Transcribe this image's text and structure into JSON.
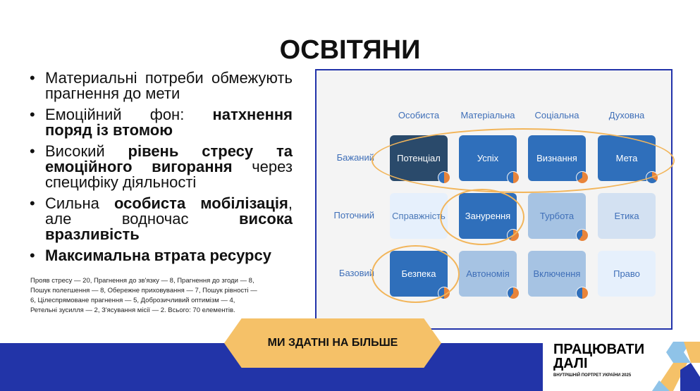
{
  "title": "ОСВІТЯНИ",
  "bullets": [
    {
      "parts": [
        {
          "t": "Материальні потреби обмежують прагнення до мети",
          "b": false
        }
      ]
    },
    {
      "parts": [
        {
          "t": "Емоційний фон: ",
          "b": false
        },
        {
          "t": "натхнення поряд із втомою",
          "b": true
        }
      ]
    },
    {
      "parts": [
        {
          "t": "Високий ",
          "b": false
        },
        {
          "t": "рівень стресу та емоційного вигорання",
          "b": true
        },
        {
          "t": " через специфіку діяльності",
          "b": false
        }
      ]
    },
    {
      "parts": [
        {
          "t": "Сильна ",
          "b": false
        },
        {
          "t": "особиста мобілізація",
          "b": true
        },
        {
          "t": ", але водночас ",
          "b": false
        },
        {
          "t": "висока вразливість",
          "b": true
        }
      ]
    },
    {
      "parts": [
        {
          "t": "Максимальна втрата ресурсу",
          "b": true
        }
      ]
    }
  ],
  "note": "Прояв стресу — 20, Прагнення до зв'язку — 8, Прагнення до згоди — 8, Пошук полегшення — 8, Обережне приховування — 7, Пошук рівності — 6, Цілеспрямоване прагнення — 5, Доброзичливий оптимізм — 4, Ретельні зусилля — 2, З'ясування місії — 2. Всього: 70 елементів.",
  "matrix": {
    "columns": [
      "Особиста",
      "Матеріальна",
      "Соціальна",
      "Духовна"
    ],
    "rows": [
      {
        "label": "Бажаний",
        "cells": [
          {
            "label": "Потенціал",
            "bg": "#2a4a6b",
            "fg": "#ffffff",
            "pie": 0.5
          },
          {
            "label": "Успіх",
            "bg": "#2f6fbb",
            "fg": "#ffffff",
            "pie": 0.5
          },
          {
            "label": "Визнання",
            "bg": "#2f6fbb",
            "fg": "#ffffff",
            "pie": 0.65
          },
          {
            "label": "Мета",
            "bg": "#2f6fbb",
            "fg": "#ffffff",
            "pie": 0.35
          }
        ]
      },
      {
        "label": "Поточний",
        "cells": [
          {
            "label": "Справжність",
            "bg": "#e6f0fc",
            "fg": "#4a78b8",
            "pie": null
          },
          {
            "label": "Занурення",
            "bg": "#2f6fbb",
            "fg": "#ffffff",
            "pie": 0.6
          },
          {
            "label": "Турбота",
            "bg": "#a6c3e3",
            "fg": "#3f6fb8",
            "pie": 0.6
          },
          {
            "label": "Етика",
            "bg": "#d3e1f2",
            "fg": "#3f6fb8",
            "pie": null
          }
        ]
      },
      {
        "label": "Базовий",
        "cells": [
          {
            "label": "Безпека",
            "bg": "#2f6fbb",
            "fg": "#ffffff",
            "pie": 0.5
          },
          {
            "label": "Автономія",
            "bg": "#a6c3e3",
            "fg": "#3f6fb8",
            "pie": 0.6
          },
          {
            "label": "Включення",
            "bg": "#a6c3e3",
            "fg": "#3f6fb8",
            "pie": 0.5
          },
          {
            "label": "Право",
            "bg": "#e6f0fc",
            "fg": "#3f6fb8",
            "pie": null
          }
        ]
      }
    ]
  },
  "banner": "МИ ЗДАТНІ НА БІЛЬШЕ",
  "logo": {
    "line1": "ПРАЦЮВАТИ",
    "line2": "ДАЛІ",
    "subtitle": "ВНУТРІШНІЙ ПОРТРЕТ УКРАЇНИ 2025"
  },
  "colors": {
    "accent": "#f2b55a",
    "brand": "#2234a8",
    "pie_orange": "#e8843a",
    "pie_blue": "#2f6fbb"
  }
}
